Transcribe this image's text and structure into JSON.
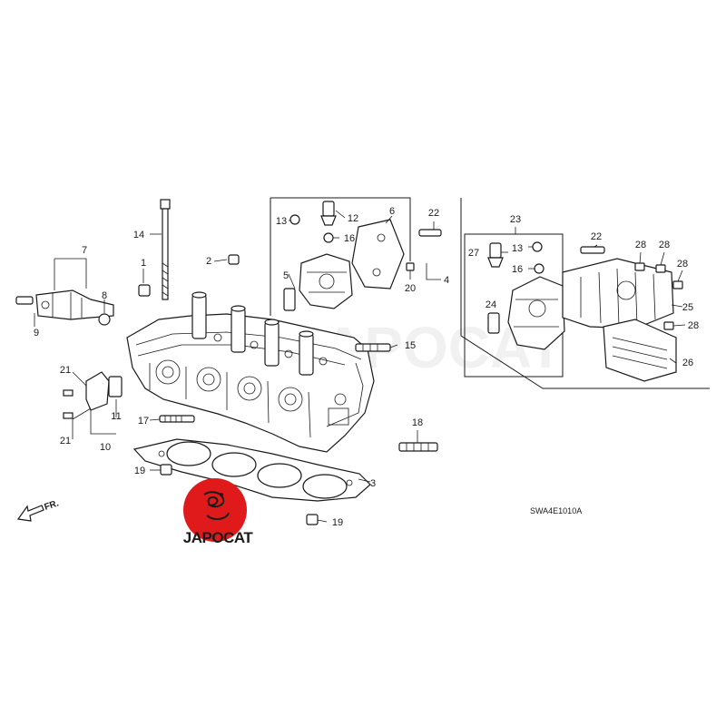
{
  "diagram": {
    "figure_code": "SWA4E1010A",
    "direction_label": "FR.",
    "callouts": {
      "c1": "1",
      "c2": "2",
      "c3": "3",
      "c4": "4",
      "c5": "5",
      "c6": "6",
      "c7": "7",
      "c8": "8",
      "c9": "9",
      "c10": "10",
      "c11": "11",
      "c12": "12",
      "c13a": "13",
      "c13b": "13",
      "c14": "14",
      "c15": "15",
      "c16a": "16",
      "c16b": "16",
      "c17": "17",
      "c18": "18",
      "c19a": "19",
      "c19b": "19",
      "c20": "20",
      "c21a": "21",
      "c21b": "21",
      "c22a": "22",
      "c22b": "22",
      "c23": "23",
      "c24": "24",
      "c25": "25",
      "c26": "26",
      "c27": "27",
      "c28a": "28",
      "c28b": "28",
      "c28c": "28",
      "c28d": "28"
    }
  },
  "logo": {
    "text": "JAPOCAT",
    "badge_color": "#e01a1a"
  },
  "watermark": {
    "text": "JAPOCAT"
  }
}
